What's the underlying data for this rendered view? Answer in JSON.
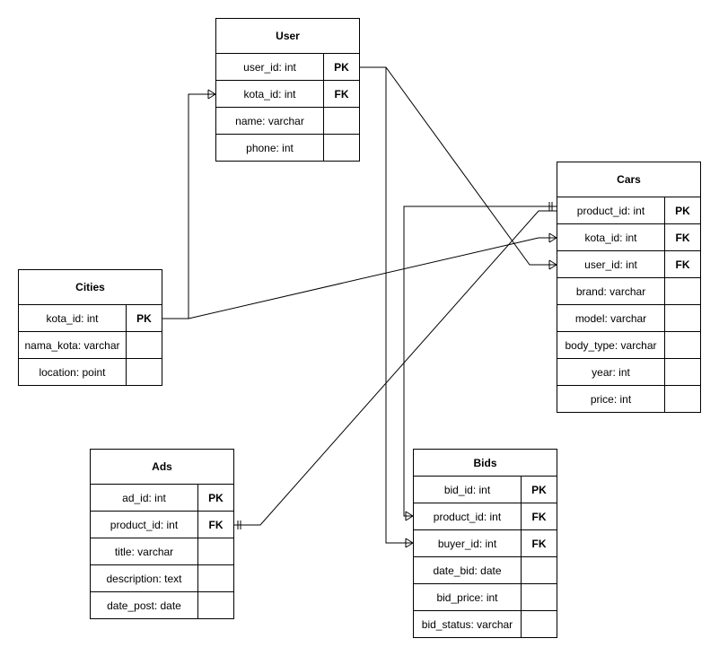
{
  "entities": {
    "user": {
      "title": "User",
      "fields": [
        {
          "name": "user_id: int",
          "key": "PK"
        },
        {
          "name": "kota_id: int",
          "key": "FK"
        },
        {
          "name": "name: varchar",
          "key": ""
        },
        {
          "name": "phone: int",
          "key": ""
        }
      ]
    },
    "cars": {
      "title": "Cars",
      "fields": [
        {
          "name": "product_id: int",
          "key": "PK"
        },
        {
          "name": "kota_id: int",
          "key": "FK"
        },
        {
          "name": "user_id: int",
          "key": "FK"
        },
        {
          "name": "brand: varchar",
          "key": ""
        },
        {
          "name": "model: varchar",
          "key": ""
        },
        {
          "name": "body_type: varchar",
          "key": ""
        },
        {
          "name": "year: int",
          "key": ""
        },
        {
          "name": "price: int",
          "key": ""
        }
      ]
    },
    "cities": {
      "title": "Cities",
      "fields": [
        {
          "name": "kota_id: int",
          "key": "PK"
        },
        {
          "name": "nama_kota: varchar",
          "key": ""
        },
        {
          "name": "location: point",
          "key": ""
        }
      ]
    },
    "ads": {
      "title": "Ads",
      "fields": [
        {
          "name": "ad_id: int",
          "key": "PK"
        },
        {
          "name": "product_id: int",
          "key": "FK"
        },
        {
          "name": "title: varchar",
          "key": ""
        },
        {
          "name": "description: text",
          "key": ""
        },
        {
          "name": "date_post: date",
          "key": ""
        }
      ]
    },
    "bids": {
      "title": "Bids",
      "fields": [
        {
          "name": "bid_id: int",
          "key": "PK"
        },
        {
          "name": "product_id: int",
          "key": "FK"
        },
        {
          "name": "buyer_id: int",
          "key": "FK"
        },
        {
          "name": "date_bid: date",
          "key": ""
        },
        {
          "name": "bid_price: int",
          "key": ""
        },
        {
          "name": "bid_status: varchar",
          "key": ""
        }
      ]
    }
  },
  "relationships": [
    {
      "from": "cities.kota_id",
      "to": "user.kota_id",
      "from_end": "one",
      "to_end": "many"
    },
    {
      "from": "cities.kota_id",
      "to": "cars.kota_id",
      "from_end": "one",
      "to_end": "many"
    },
    {
      "from": "user.user_id",
      "to": "cars.user_id",
      "from_end": "one",
      "to_end": "many"
    },
    {
      "from": "user.user_id",
      "to": "bids.buyer_id",
      "from_end": "one",
      "to_end": "many"
    },
    {
      "from": "cars.product_id",
      "to": "bids.product_id",
      "from_end": "only-one",
      "to_end": "many"
    },
    {
      "from": "cars.product_id",
      "to": "ads.product_id",
      "from_end": "only-one",
      "to_end": "only-one"
    }
  ]
}
